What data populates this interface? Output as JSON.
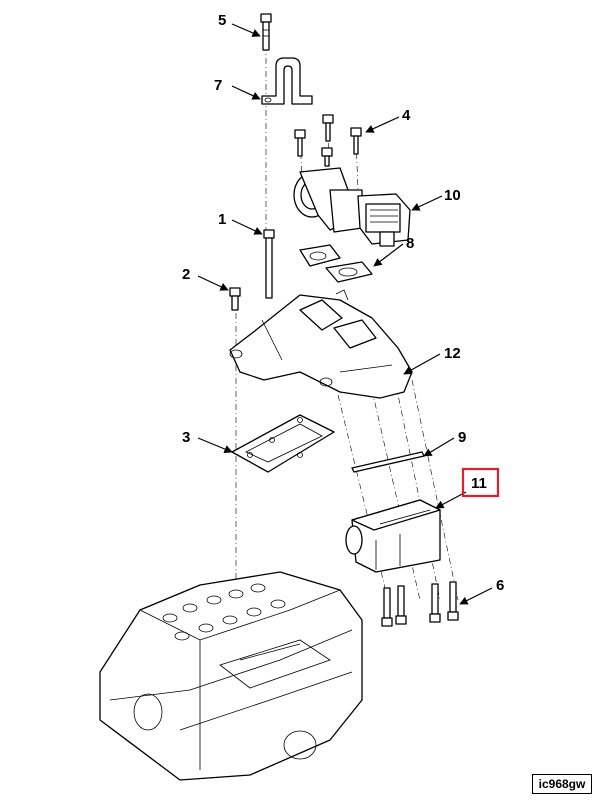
{
  "figure_id": "ic968gw",
  "highlight_color": "#e0202a",
  "callouts": [
    {
      "key": "c5",
      "label": "5"
    },
    {
      "key": "c7",
      "label": "7"
    },
    {
      "key": "c4",
      "label": "4"
    },
    {
      "key": "c10",
      "label": "10"
    },
    {
      "key": "c1",
      "label": "1"
    },
    {
      "key": "c8",
      "label": "8"
    },
    {
      "key": "c2",
      "label": "2"
    },
    {
      "key": "c12",
      "label": "12"
    },
    {
      "key": "c3",
      "label": "3"
    },
    {
      "key": "c9",
      "label": "9"
    },
    {
      "key": "c11",
      "label": "11",
      "highlighted": true
    },
    {
      "key": "c6",
      "label": "6"
    }
  ]
}
